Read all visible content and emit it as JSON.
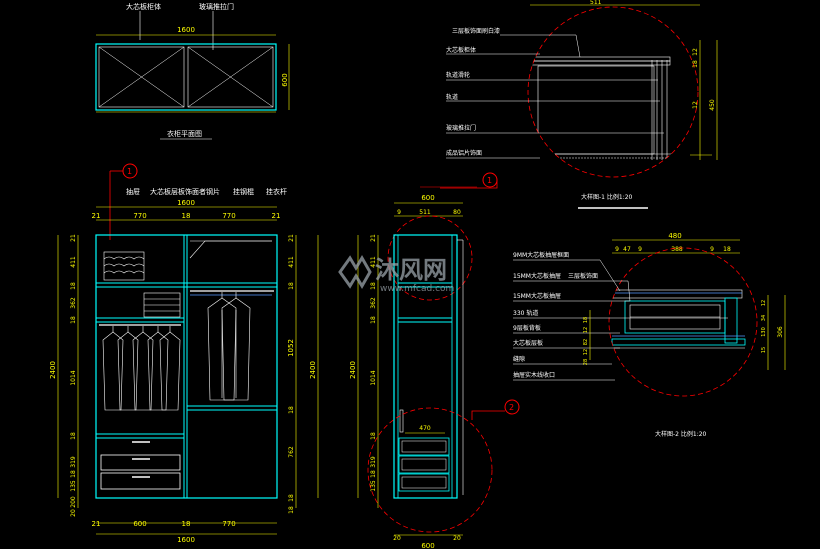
{
  "colors": {
    "background": "#000000",
    "outline": "#00FFFF",
    "dimension": "#FFFF00",
    "hanging": "#FFFFFF",
    "leader": "#FF0000",
    "shelf": "#5599FF",
    "watermark": "#9AA3AA"
  },
  "plan_view": {
    "label_top_left": "大芯板柜体",
    "label_top_right": "玻璃推拉门",
    "dim_width": "1600",
    "dim_depth": "600",
    "caption": "衣柜平面图"
  },
  "front_elevation": {
    "marker_number": "1",
    "callouts": [
      "抽屉",
      "大芯板层板饰面者钢片",
      "挂钢棍",
      "挂衣杆"
    ],
    "top_total": "1600",
    "top_segments": [
      "21",
      "770",
      "18",
      "770",
      "21"
    ],
    "bottom_total": "1600",
    "bottom_segments": [
      "21",
      "600",
      "18",
      "770"
    ],
    "left_total": "2400",
    "left_segments": [
      "21",
      "411",
      "18",
      "362",
      "18",
      "1014",
      "18",
      "319",
      "18",
      "135"
    ],
    "left_bottom_extra": [
      "200",
      "20"
    ],
    "right_total": "1052",
    "right_total2": "2400",
    "right_segments": [
      "21",
      "411",
      "18",
      "18",
      "762",
      "18",
      "18"
    ]
  },
  "side_section": {
    "marker_number": "1",
    "marker2_number": "2",
    "top_total": "600",
    "top_segments": [
      "9",
      "511",
      "80"
    ],
    "left_total": "2400",
    "left_segments": [
      "21",
      "411",
      "18",
      "362",
      "18",
      "1014",
      "18",
      "319",
      "18",
      "135"
    ],
    "drawer_dim": "470",
    "bottom_total": "600",
    "bottom_segments": [
      "20",
      "20"
    ]
  },
  "detail_1": {
    "top_dims": [
      "511"
    ],
    "labels": [
      "三层板饰面刷白漆",
      "大芯板柜体",
      "轨道滑轮",
      "轨道",
      "玻璃推拉门",
      "成品铝片饰面"
    ],
    "right_dims": [
      "12",
      "18",
      "12",
      "450"
    ],
    "caption": "大样图-1  比例1:20"
  },
  "detail_2": {
    "top_total": "480",
    "top_segments": [
      "9",
      "47",
      "9",
      "388",
      "9",
      "18"
    ],
    "labels": [
      "9MM大芯板抽屉框面",
      "15MM大芯板抽屉",
      "三层板饰面",
      "15MM大芯板抽屉",
      "330 轨道",
      "9层板背板",
      "大芯板层板",
      "缝隙",
      "抽屉实木线收口"
    ],
    "left_dims": [
      "18",
      "12",
      "82",
      "12",
      "28"
    ],
    "right_dims": [
      "12",
      "34",
      "130",
      "15",
      "306"
    ],
    "caption": "大样图-2  比例1:20"
  },
  "watermark": {
    "text": "沐风网",
    "url": "www.mfcad.com"
  }
}
